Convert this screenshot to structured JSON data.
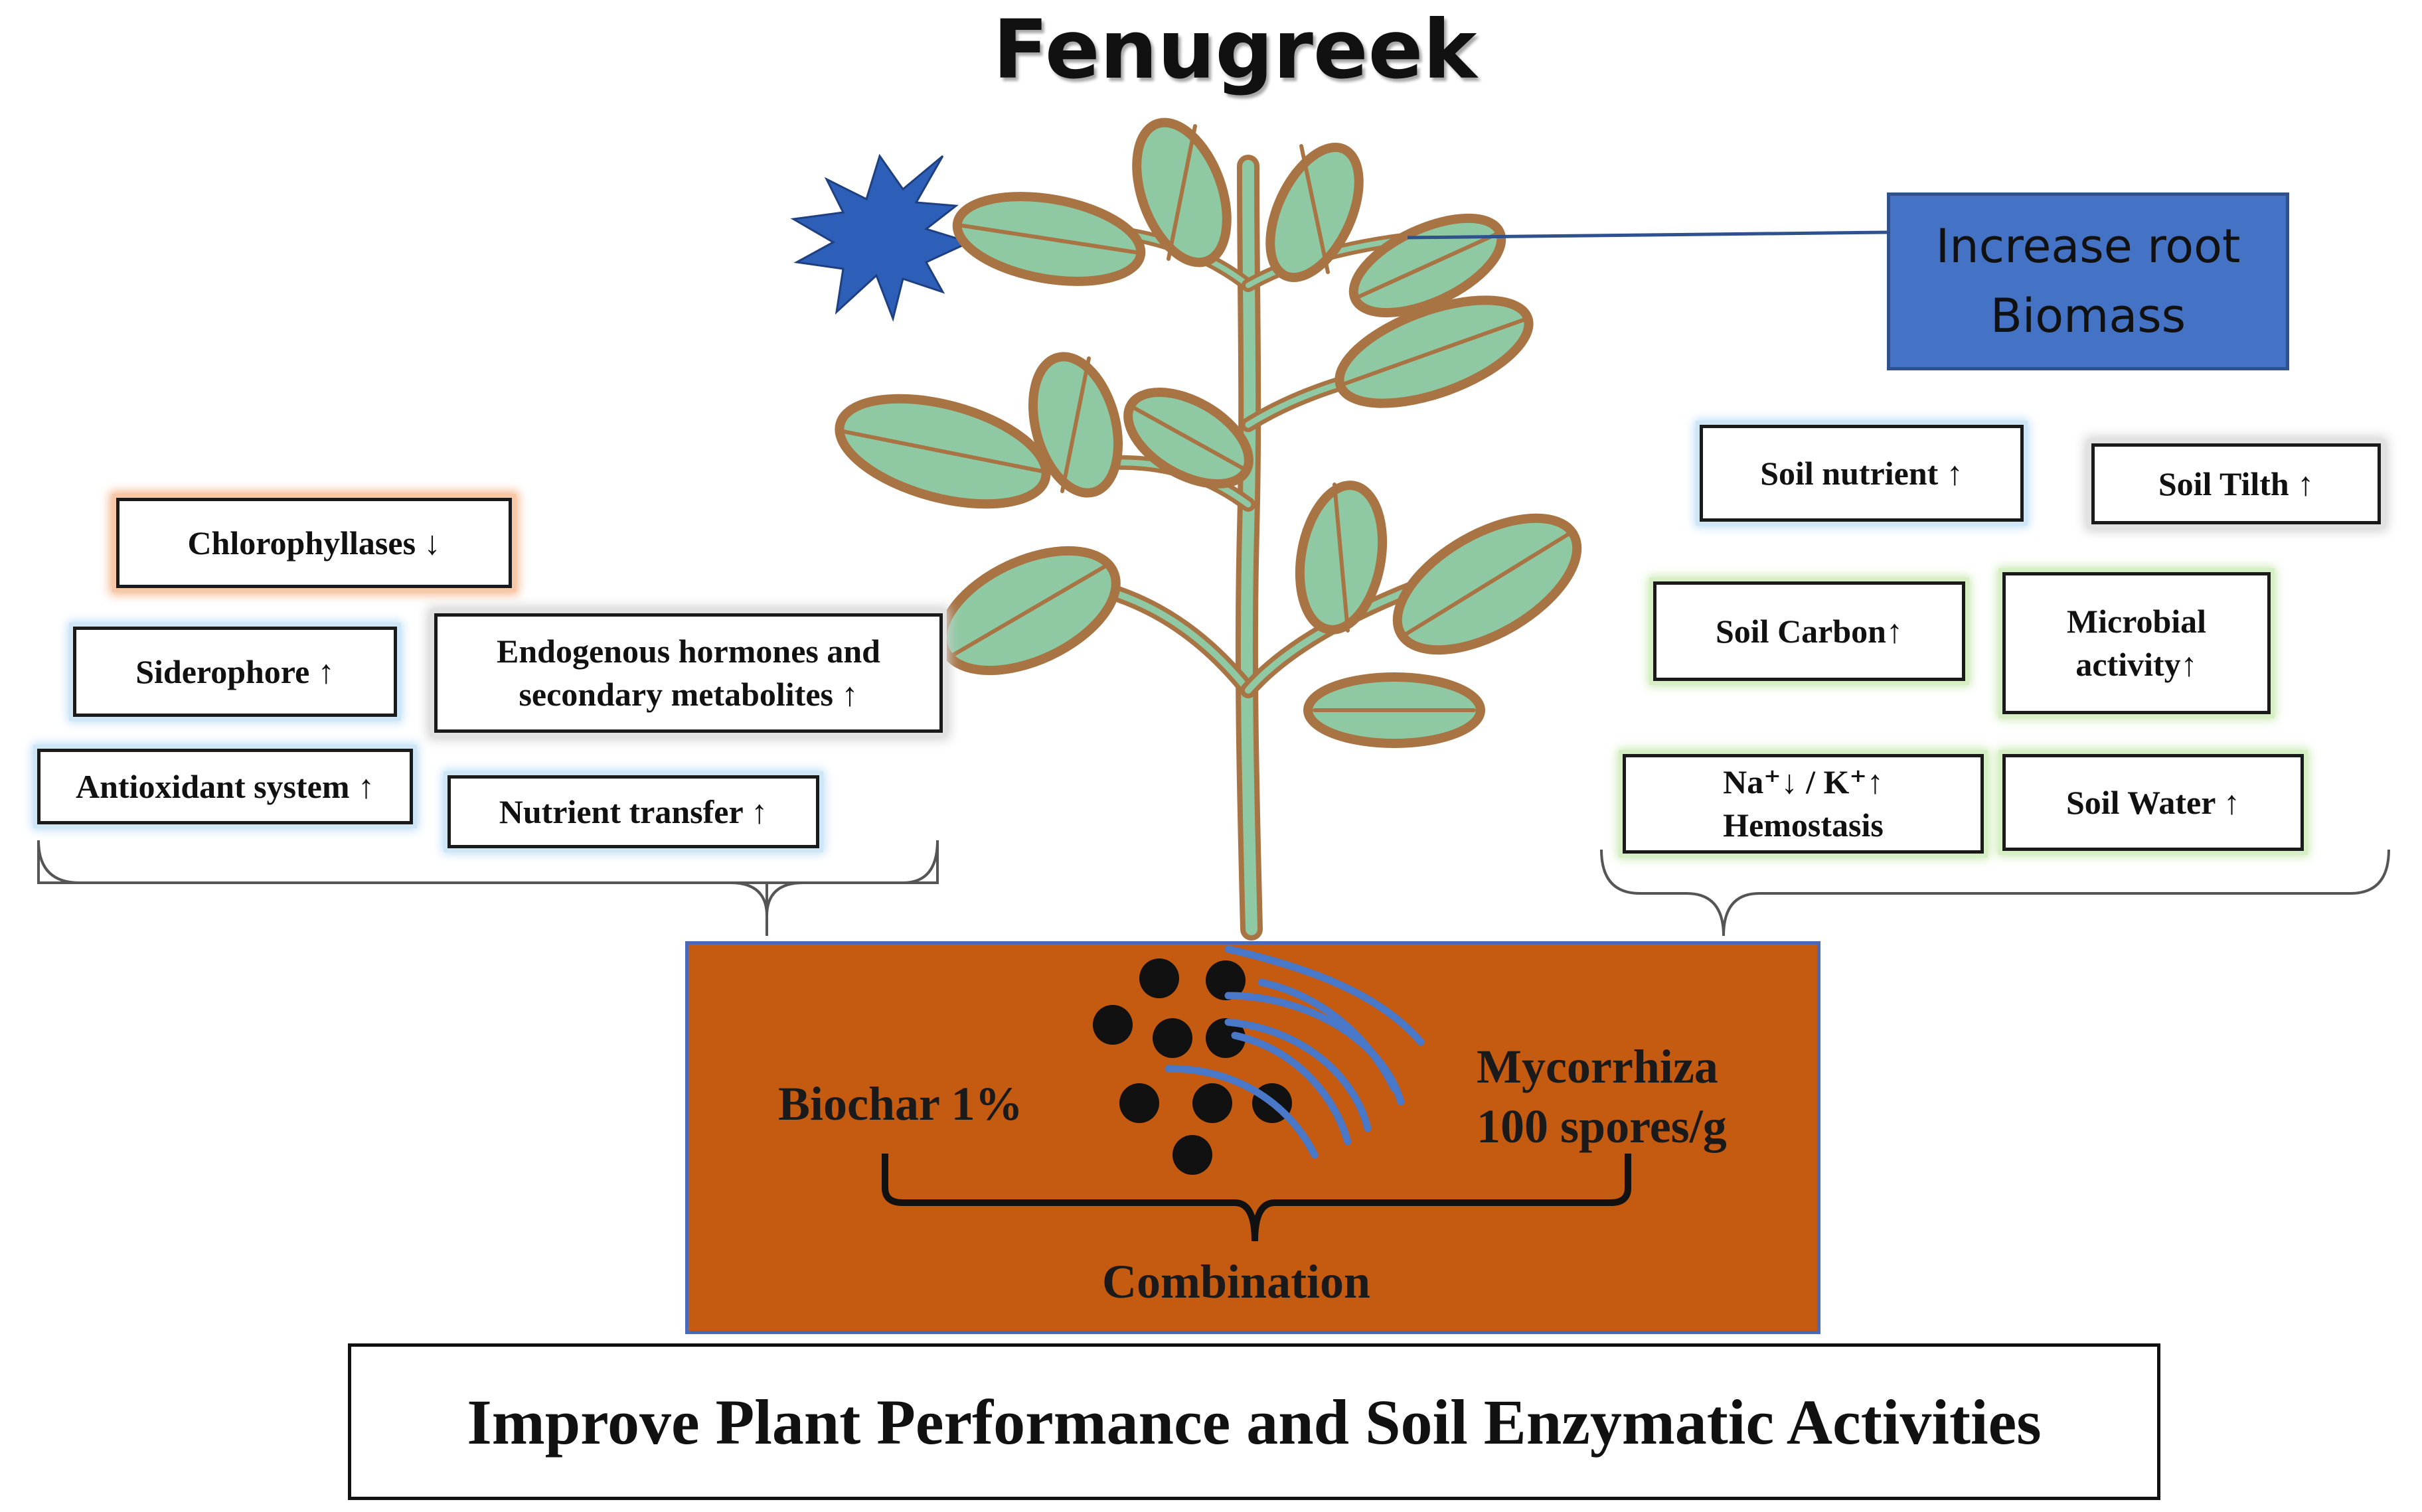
{
  "title": "Fenugreek",
  "root_box": {
    "line1": "Increase root",
    "line2": "Biomass"
  },
  "left_boxes": {
    "chlorophyllases": "Chlorophyllases ↓",
    "siderophore": "Siderophore ↑",
    "hormones_line1": "Endogenous hormones and",
    "hormones_line2": "secondary metabolites ↑",
    "antioxidant": "Antioxidant system ↑",
    "nutrient_transfer": "Nutrient transfer ↑"
  },
  "right_boxes": {
    "soil_nutrient": "Soil nutrient ↑",
    "soil_tilth": "Soil Tilth ↑",
    "soil_carbon": "Soil Carbon↑",
    "microbial_line1": "Microbial",
    "microbial_line2": "activity↑",
    "na_k_line1": "Na⁺↓ / K⁺↑",
    "na_k_line2": "Hemostasis",
    "soil_water": "Soil Water ↑"
  },
  "soil": {
    "biochar": "Biochar 1%",
    "mycorrhiza_line1": "Mycorrhiza",
    "mycorrhiza_line2": "100 spores/g",
    "combination": "Combination"
  },
  "conclusion": "Improve Plant Performance and Soil Enzymatic Activities",
  "colors": {
    "soil": "#c55a11",
    "root_box": "#4472c4",
    "leaf_fill": "#8fc9a3",
    "leaf_outline": "#a87444",
    "star": "#2e5fb8",
    "hyphae": "#4a78c8"
  }
}
